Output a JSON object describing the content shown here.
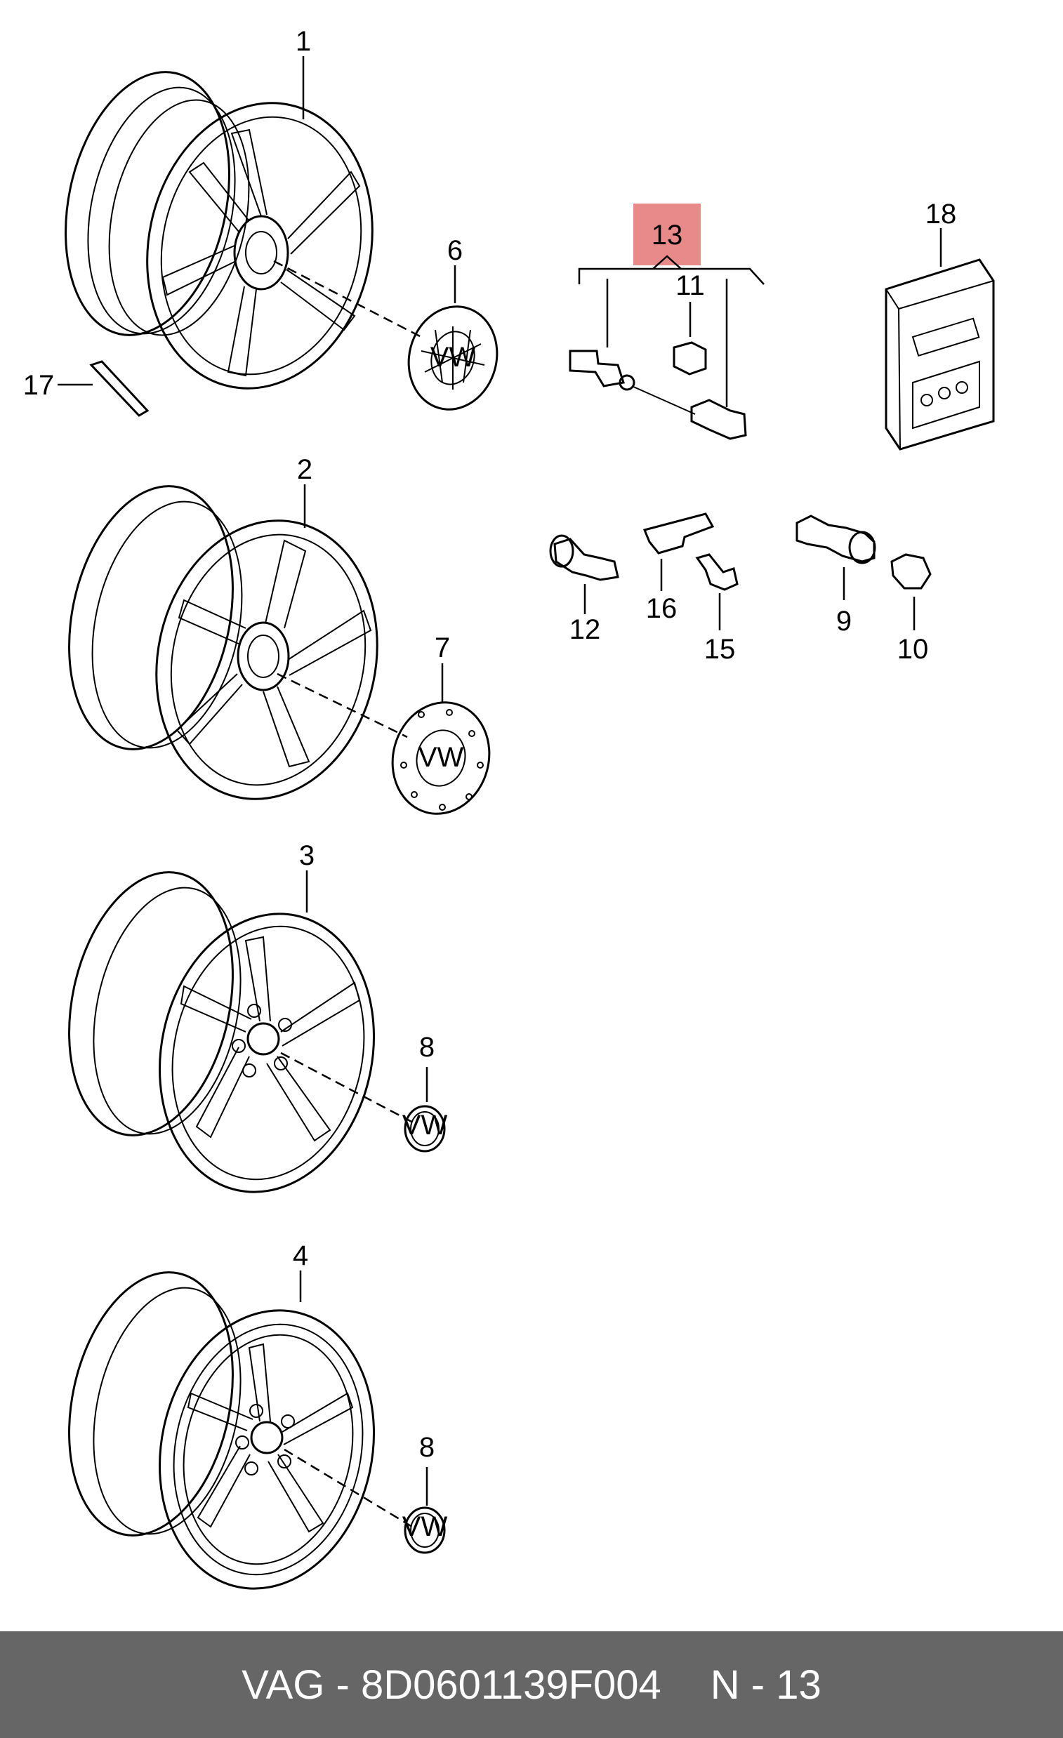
{
  "diagram": {
    "callouts": {
      "c1": "1",
      "c2": "2",
      "c3": "3",
      "c4": "4",
      "c6": "6",
      "c7": "7",
      "c8a": "8",
      "c8b": "8",
      "c9": "9",
      "c10": "10",
      "c11": "11",
      "c12": "12",
      "c13": "13",
      "c15": "15",
      "c16": "16",
      "c17": "17",
      "c18": "18"
    },
    "highlight_color": "#e98a8a",
    "badge_text": "VW"
  },
  "footer": {
    "part_number": "VAG - 8D0601139F004",
    "page_ref": "N - 13"
  }
}
